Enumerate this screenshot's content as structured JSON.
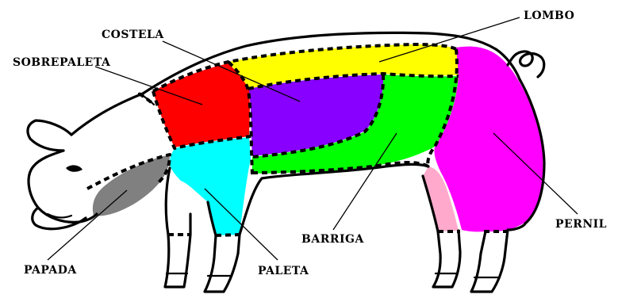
{
  "diagram": {
    "labels": {
      "lombo": "LOMBO",
      "costela": "COSTELA",
      "sobrepaleta": "SOBREPALETA",
      "papada": "PAPADA",
      "paleta": "PALETA",
      "barriga": "BARRIGA",
      "pernil": "PERNIL"
    },
    "colors": {
      "lombo": "#ffff00",
      "costela": "#8800ff",
      "sobrepaleta": "#ff0000",
      "papada": "#808080",
      "paleta": "#00ffff",
      "barriga": "#00ff00",
      "pernil": "#ff00ff",
      "hind_leg": "#ffaacc",
      "outline": "#000000",
      "background": "#ffffff"
    }
  }
}
